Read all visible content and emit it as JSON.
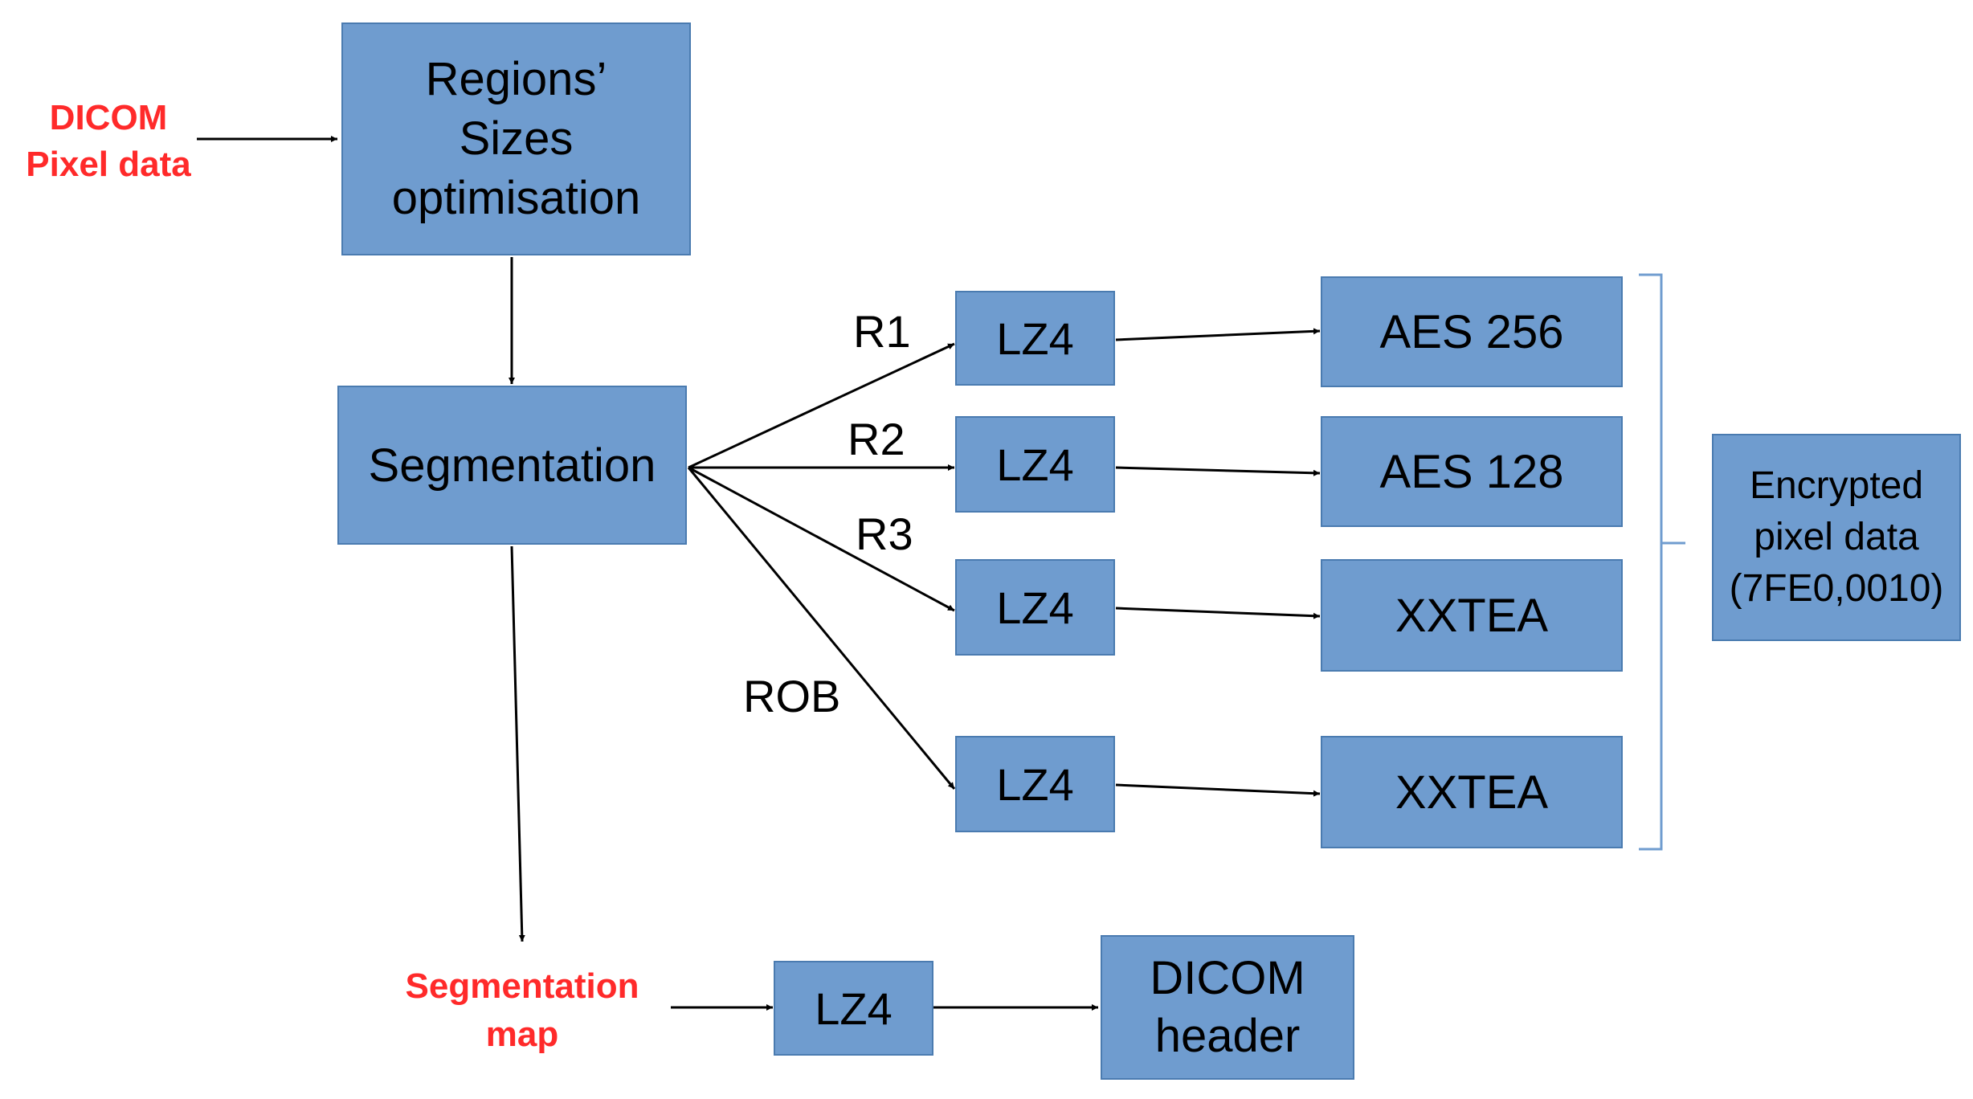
{
  "input_label": "DICOM\nPixel data",
  "regions_box": "Regions’\nSizes\noptimisation",
  "segmentation_box": "Segmentation",
  "branch_labels": [
    "R1",
    "R2",
    "R3",
    "ROB"
  ],
  "lz4_boxes": [
    "LZ4",
    "LZ4",
    "LZ4",
    "LZ4"
  ],
  "cipher_boxes": [
    "AES 256",
    "AES 128",
    "XXTEA",
    "XXTEA"
  ],
  "output_box": "Encrypted\npixel data\n(7FE0,0010)",
  "segmap_label": "Segmentation\nmap",
  "segmap_lz4_box": "LZ4",
  "header_box": "DICOM\nheader",
  "colors": {
    "box_fill": "#6f9ccf",
    "box_border": "#4a7bb0",
    "highlight_text": "#ff2a2a",
    "bracket": "#6f9ccf"
  }
}
